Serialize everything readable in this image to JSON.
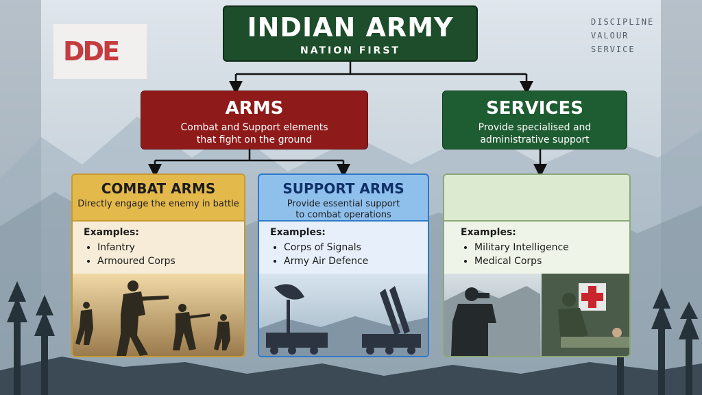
{
  "logo": {
    "text": "DDE"
  },
  "motto": [
    "DISCIPLINE",
    "VALOUR",
    "SERVICE"
  ],
  "header": {
    "title": "INDIAN ARMY",
    "subtitle": "NATION FIRST"
  },
  "arms": {
    "title": "ARMS",
    "desc_line1": "Combat and Support elements",
    "desc_line2": "that fight on the ground"
  },
  "services": {
    "title": "SERVICES",
    "desc_line1": "Provide specialised and",
    "desc_line2": "administrative support"
  },
  "combat_arms": {
    "title": "COMBAT ARMS",
    "desc": "Directly engage the enemy in battle",
    "examples_label": "Examples:",
    "examples": [
      "Infantry",
      "Armoured Corps"
    ]
  },
  "support_arms": {
    "title": "SUPPORT ARMS",
    "desc_line1": "Provide essential support",
    "desc_line2": "to combat operations",
    "examples_label": "Examples:",
    "examples": [
      "Corps of Signals",
      "Army Air Defence"
    ]
  },
  "services_panel": {
    "examples_label": "Examples:",
    "examples": [
      "Military Intelligence",
      "Medical Corps"
    ]
  },
  "colors": {
    "header_green": "#1d4d2a",
    "arms_red": "#8f1a1a",
    "services_green": "#1e5c31",
    "combat_gold": "#e4b94c",
    "support_blue": "#8fc0ec",
    "services_light": "#dcebcf"
  }
}
